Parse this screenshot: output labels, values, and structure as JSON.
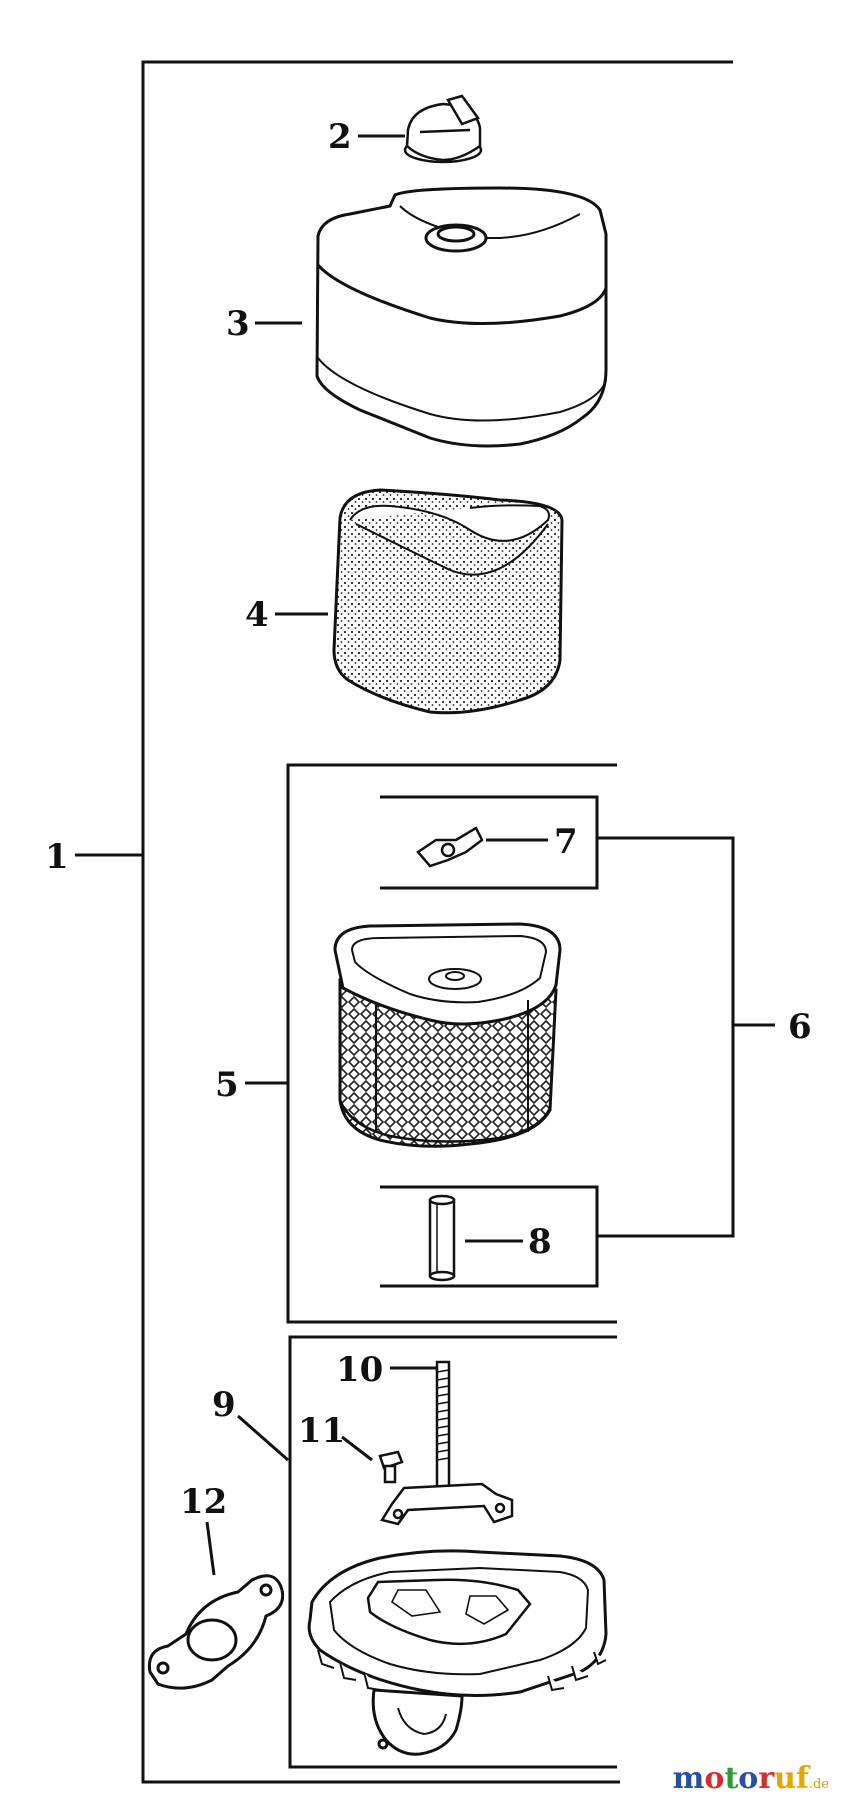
{
  "callouts": {
    "c1": "1",
    "c2": "2",
    "c3": "3",
    "c4": "4",
    "c5": "5",
    "c6": "6",
    "c7": "7",
    "c8": "8",
    "c9": "9",
    "c10": "10",
    "c11": "11",
    "c12": "12"
  },
  "watermark": {
    "letters": [
      "m",
      "o",
      "t",
      "o",
      "r",
      "u",
      "f"
    ],
    "colors": [
      "#2b4ea2",
      "#d32f2f",
      "#2e9a3c",
      "#2b4ea2",
      "#d32f2f",
      "#e0a800",
      "#e0a800"
    ],
    "suffix": ".de"
  },
  "colors": {
    "ink": "#111111",
    "paper": "#ffffff"
  }
}
